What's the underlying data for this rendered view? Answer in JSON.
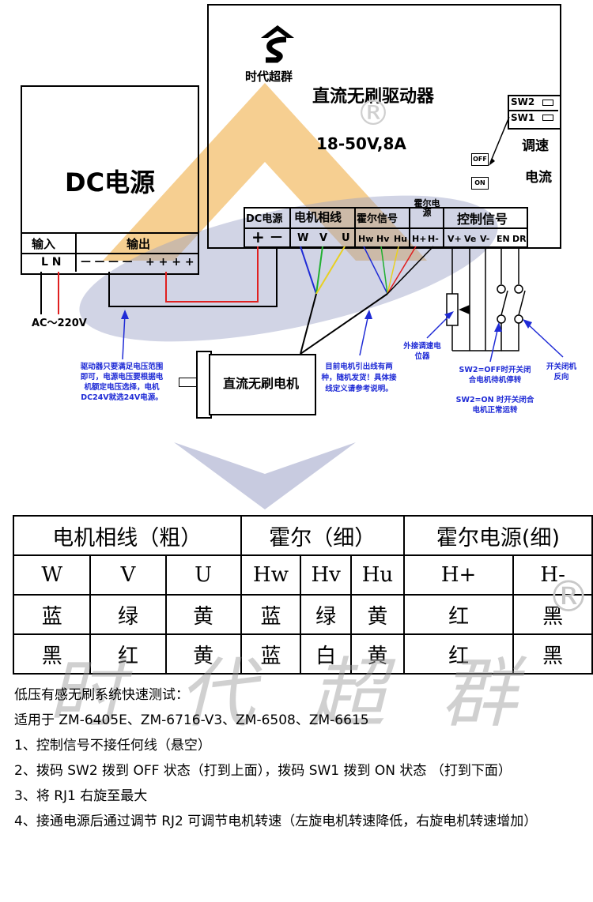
{
  "brand": {
    "name": "时代超群",
    "registered": "®"
  },
  "driver": {
    "title": "直流无刷驱动器",
    "spec": "18-50V,8A"
  },
  "switches": {
    "sw2": "SW2",
    "sw1": "SW1",
    "off": "OFF",
    "on": "ON"
  },
  "adjust": {
    "speed": "调速",
    "current": "电流"
  },
  "terminals": {
    "dc": "DC电源",
    "phase": "电机相线",
    "hall": "霍尔信号",
    "hall_power": "霍尔电源",
    "control": "控制信号",
    "dc_pins": [
      "+",
      "—"
    ],
    "phase_pins": [
      "W",
      "V",
      "U"
    ],
    "hall_pins": [
      "Hw",
      "Hv",
      "Hu"
    ],
    "hall_power_pins": [
      "H+",
      "H-"
    ],
    "control_pins": [
      "V+",
      "Ve",
      "V-",
      "EN",
      "DR"
    ]
  },
  "psu": {
    "title": "DC电源",
    "input": "输入",
    "output": "输出",
    "input_pins": "L N",
    "output_minus": "— — — —",
    "output_plus": "+ + + +",
    "ac": "AC～220V"
  },
  "motor": {
    "label": "直流无刷电机"
  },
  "notes": {
    "psu_note": "驱动器只要满足电压范围即可，电源电压要根据电机额定电压选择，电机DC24V就选24V电源。",
    "wire_note": "目前电机引出线有两种，随机发货！具体接线定义请参考说明。",
    "pot_note": "外接调速电位器",
    "sw2_off": "SW2=OFF时开关闭合电机待机停转",
    "sw2_on": "SW2=ON 时开关闭合电机正常运转",
    "reverse": "开关闭机反向"
  },
  "table": {
    "groups": [
      "电机相线（粗）",
      "霍尔（细）",
      "霍尔电源(细)"
    ],
    "columns": [
      "W",
      "V",
      "U",
      "Hw",
      "Hv",
      "Hu",
      "H+",
      "H-"
    ],
    "row1": [
      "蓝",
      "绿",
      "黄",
      "蓝",
      "绿",
      "黄",
      "红",
      "黑"
    ],
    "row2": [
      "黑",
      "红",
      "黄",
      "蓝",
      "白",
      "黄",
      "红",
      "黑"
    ]
  },
  "watermark": "时代超群",
  "instructions": {
    "title": "低压有感无刷系统快速测试：",
    "models": "适用于 ZM-6405E、ZM-6716-V3、ZM-6508、ZM-6615",
    "step1": "1、控制信号不接任何线（悬空）",
    "step2": "2、拨码 SW2 拨到 OFF 状态（打到上面），拨码 SW1 拨到 ON 状态 （打到下面）",
    "step3": "3、将 RJ1 右旋至最大",
    "step4": "4、接通电源后通过调节 RJ2 可调节电机转速（左旋电机转速降低，右旋电机转速增加）"
  }
}
